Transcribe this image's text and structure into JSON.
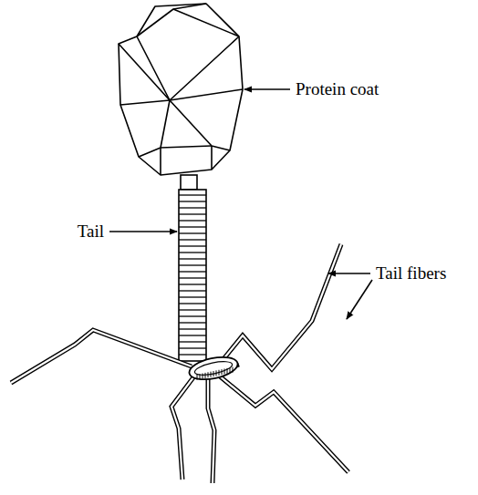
{
  "diagram": {
    "labels": [
      "Protein coat",
      "Tail",
      "Tail fibers"
    ]
  }
}
